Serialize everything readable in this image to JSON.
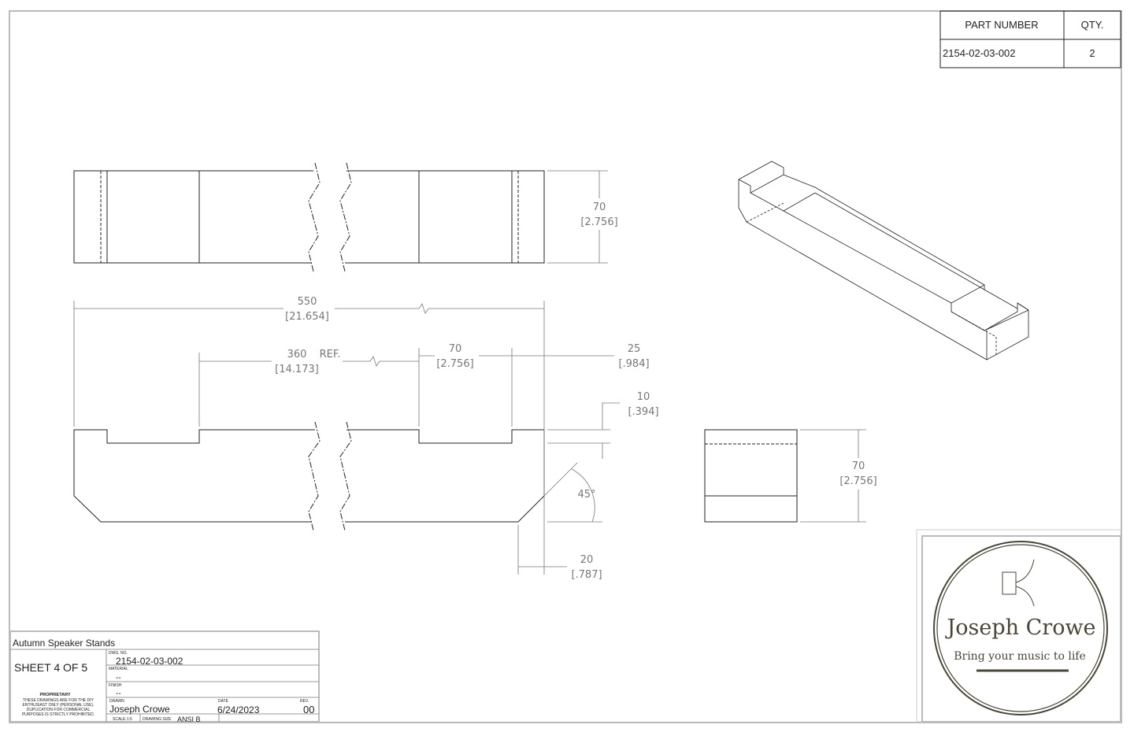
{
  "parts_table": {
    "headers": [
      "PART NUMBER",
      "QTY."
    ],
    "rows": [
      [
        "2154-02-03-002",
        "2"
      ]
    ]
  },
  "dimensions": {
    "height_top": {
      "mm": "70",
      "in": "[2.756]"
    },
    "overall_length": {
      "mm": "550",
      "in": "[21.654]"
    },
    "ref_length": {
      "mm": "360",
      "ref": "REF.",
      "in": "[14.173]"
    },
    "notch_width": {
      "mm": "70",
      "in": "[2.756]"
    },
    "end_width": {
      "mm": "25",
      "in": "[.984]"
    },
    "notch_depth": {
      "mm": "10",
      "in": "[.394]"
    },
    "chamfer_angle": "45°",
    "chamfer_len": {
      "mm": "20",
      "in": "[.787]"
    },
    "height_side": {
      "mm": "70",
      "in": "[2.756]"
    }
  },
  "title_block": {
    "project": "Autumn Speaker Stands",
    "sheet": "SHEET 4 OF 5",
    "dwg_no_label": "DWG. NO.",
    "dwg_no": "2154-02-03-002",
    "material_label": "MATERIAL",
    "material": "--",
    "finish_label": "FINISH",
    "finish": "--",
    "proprietary_title": "PROPRIETARY",
    "proprietary_lines": [
      "THESE DRAWINGS ARE FOR THE DIY",
      "ENTHUSIAST ONLY (PERSONAL USE).",
      "DUPLICATION FOR COMMERCIAL",
      "PURPOSES IS STRICTLY PROHIBITED."
    ],
    "drawn_label": "DRAWN",
    "drawn": "Joseph Crowe",
    "date_label": "DATE",
    "date": "6/24/2023",
    "rev_label": "REV.",
    "rev": "00",
    "scale": "SCALE:1:5",
    "size_label": "DRAWING SIZE",
    "size": "ANSI B"
  },
  "logo": {
    "name": "Joseph Crowe",
    "tagline": "Bring your music to life",
    "color": "#4a4536"
  }
}
